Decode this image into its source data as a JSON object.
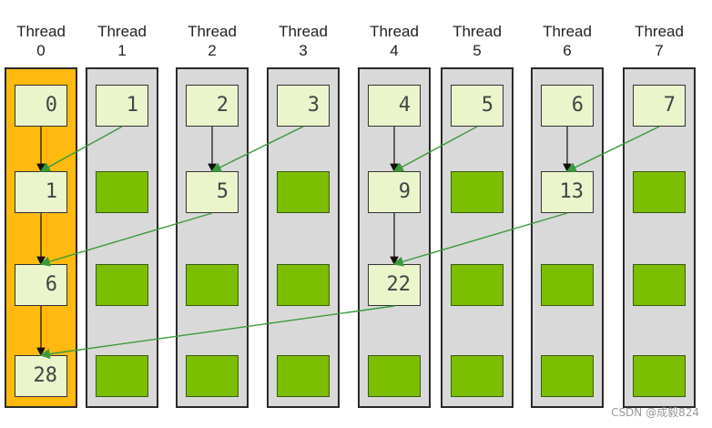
{
  "threads": [
    {
      "label_line1": "Thread",
      "label_line2": "0",
      "values": [
        "0",
        "1",
        "6",
        "28"
      ]
    },
    {
      "label_line1": "Thread",
      "label_line2": "1",
      "values": [
        "1",
        "",
        "",
        ""
      ]
    },
    {
      "label_line1": "Thread",
      "label_line2": "2",
      "values": [
        "2",
        "5",
        "",
        ""
      ]
    },
    {
      "label_line1": "Thread",
      "label_line2": "3",
      "values": [
        "3",
        "",
        "",
        ""
      ]
    },
    {
      "label_line1": "Thread",
      "label_line2": "4",
      "values": [
        "4",
        "9",
        "22",
        ""
      ]
    },
    {
      "label_line1": "Thread",
      "label_line2": "5",
      "values": [
        "5",
        "",
        "",
        ""
      ]
    },
    {
      "label_line1": "Thread",
      "label_line2": "6",
      "values": [
        "6",
        "13",
        "",
        ""
      ]
    },
    {
      "label_line1": "Thread",
      "label_line2": "7",
      "values": [
        "7",
        "",
        "",
        ""
      ]
    }
  ],
  "watermark": "CSDN @成毅824",
  "colors": {
    "active_column": "#ffb90f",
    "column": "#d9d9d9",
    "value_cell": "#ebf5cc",
    "blank_cell": "#7cbf00",
    "green_arrow": "#3a9a3a",
    "black_arrow": "#111111"
  }
}
